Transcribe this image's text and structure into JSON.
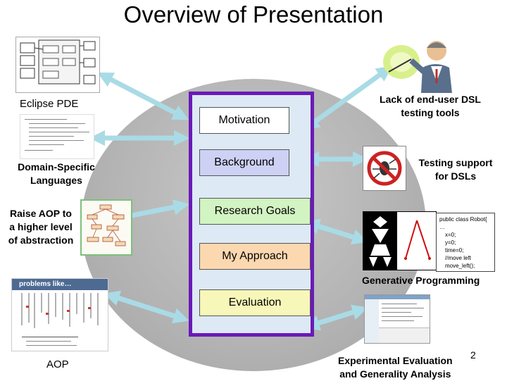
{
  "title": "Overview of Presentation",
  "center_steps": [
    {
      "label": "Motivation",
      "color": "#ffffff"
    },
    {
      "label": "Background",
      "color": "#cdd1f4"
    },
    {
      "label": "Research Goals",
      "color": "#d2f3c2"
    },
    {
      "label": "My Approach",
      "color": "#fbd8b0"
    },
    {
      "label": "Evaluation",
      "color": "#f7f7b9"
    }
  ],
  "topics": {
    "eclipse_pde": "Eclipse PDE",
    "dsl_line1": "Domain-Specific",
    "dsl_line2": "Languages",
    "aop_raise_line1": "Raise AOP to",
    "aop_raise_line2": "a higher level",
    "aop_raise_line3": "of abstraction",
    "aop": "AOP",
    "lack_line1": "Lack of end-user DSL",
    "lack_line2": "testing tools",
    "testing_line1": "Testing support",
    "testing_line2": "for DSLs",
    "generative": "Generative Programming",
    "exp_line1": "Experimental Evaluation",
    "exp_line2": "and Generality Analysis"
  },
  "thumbnails": {
    "aop_header": "problems like…",
    "code": [
      "public class Robot{",
      "…",
      "x=0;",
      "y=0;",
      "time=0;",
      "//move left",
      "move_left();"
    ]
  },
  "page_number": "2",
  "colors": {
    "frame": "#6a1ab8",
    "panel": "#dde9f4",
    "arrow": "#a9dbe6"
  }
}
